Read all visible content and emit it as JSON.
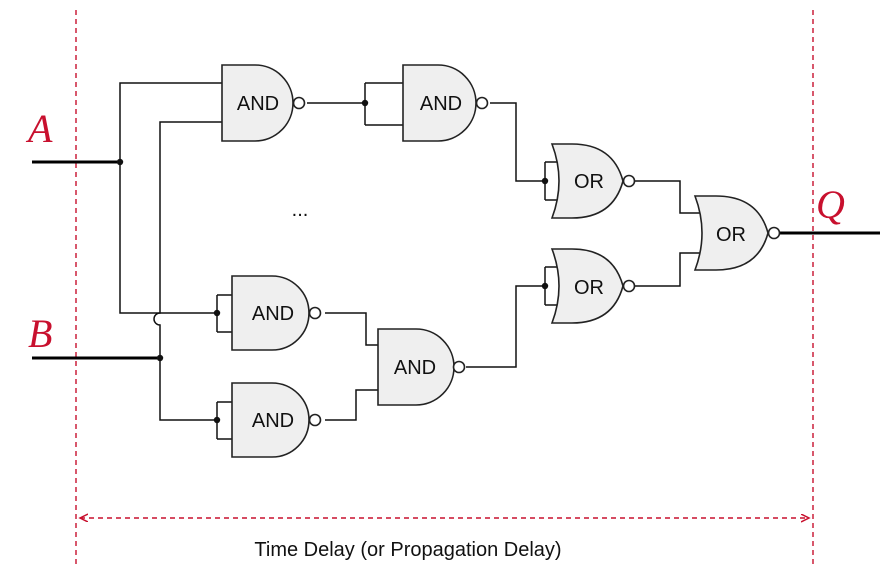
{
  "inputs": {
    "a": "A",
    "b": "B"
  },
  "output": {
    "q": "Q"
  },
  "gates": {
    "and_1": "AND",
    "and_2": "AND",
    "and_3": "AND",
    "and_4": "AND",
    "and_5": "AND",
    "or_1": "OR",
    "or_2": "OR",
    "or_3": "OR"
  },
  "ellipsis": "...",
  "caption": "Time Delay (or Propagation Delay)",
  "colors": {
    "accent": "#c8102e",
    "gate_fill": "#efefef",
    "wire": "#111111"
  }
}
